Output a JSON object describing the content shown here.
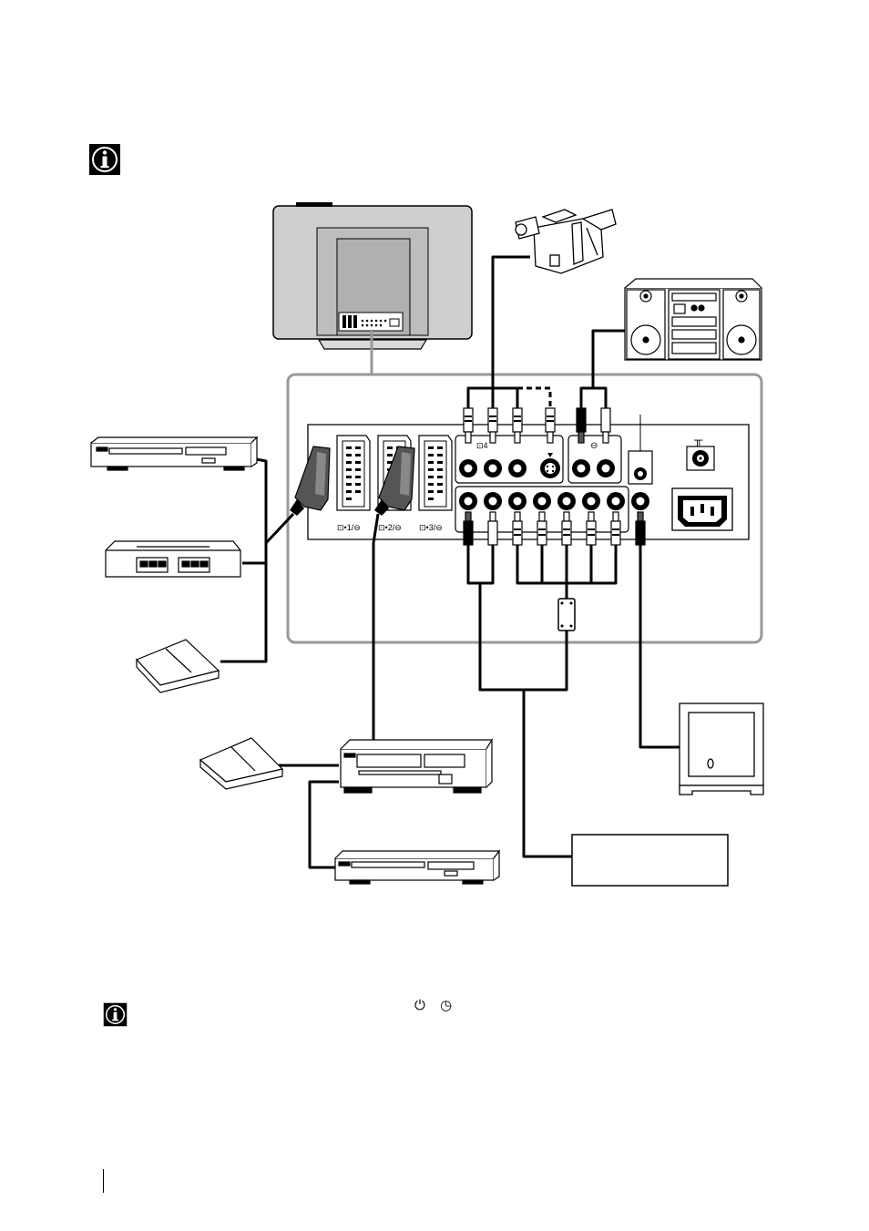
{
  "diagram": {
    "scart_labels": [
      "⊡•1/⊖",
      "⊡•2/⊖",
      "⊡•3/⊖"
    ],
    "front_input_label": "⊡4",
    "output_label": "⊖",
    "antenna_symbol": "╥"
  },
  "note": {
    "symbols": [
      "⏻",
      "◷"
    ]
  },
  "icons": {
    "info": "info-icon",
    "standby": "power-icon",
    "timer": "timer-icon"
  }
}
